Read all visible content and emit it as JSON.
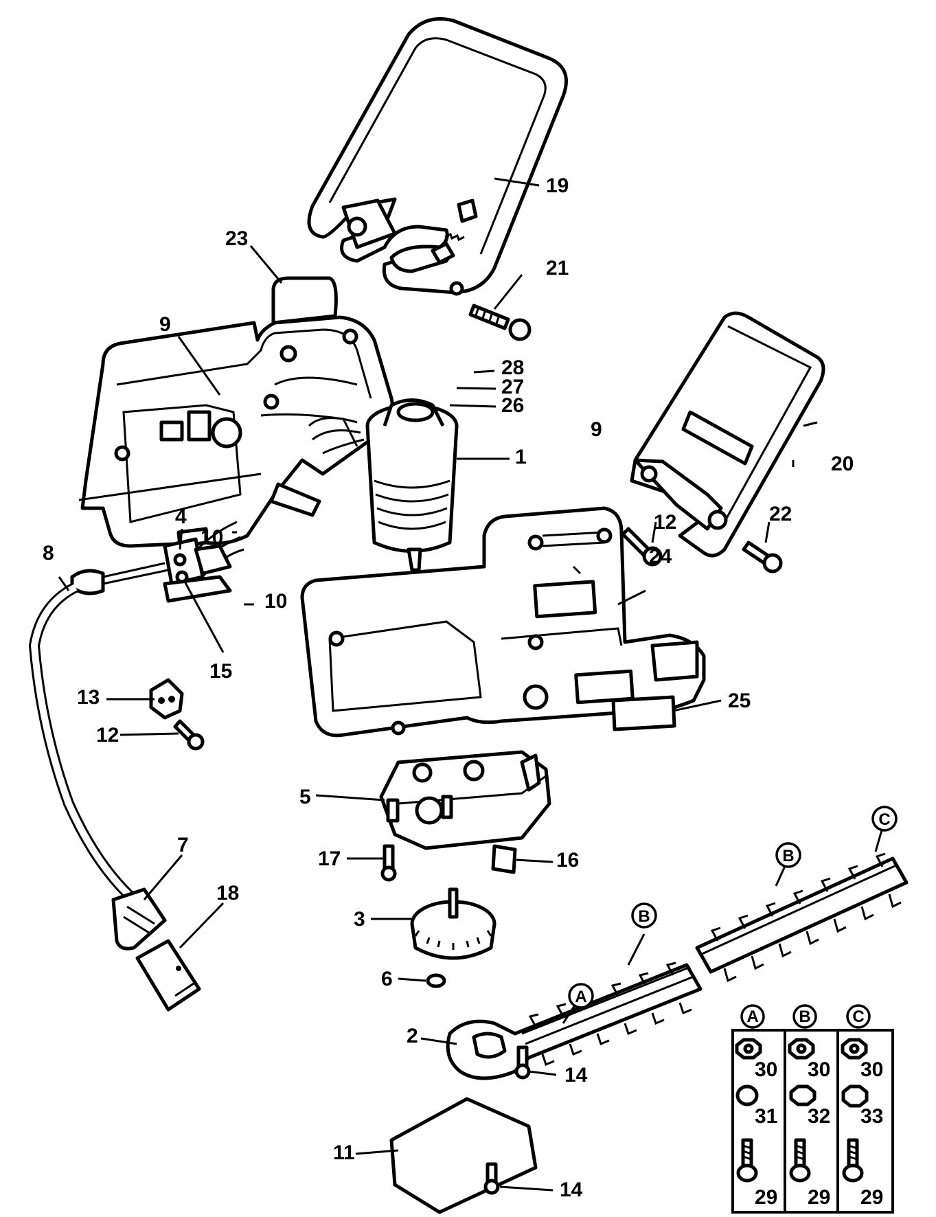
{
  "parts": [
    {
      "id": "p1",
      "label": "1"
    },
    {
      "id": "p2",
      "label": "2"
    },
    {
      "id": "p3",
      "label": "3"
    },
    {
      "id": "p4",
      "label": "4"
    },
    {
      "id": "p5",
      "label": "5"
    },
    {
      "id": "p6",
      "label": "6"
    },
    {
      "id": "p7",
      "label": "7"
    },
    {
      "id": "p8",
      "label": "8"
    },
    {
      "id": "p9a",
      "label": "9"
    },
    {
      "id": "p9b",
      "label": "9"
    },
    {
      "id": "p10a",
      "label": "10"
    },
    {
      "id": "p10b",
      "label": "10"
    },
    {
      "id": "p11",
      "label": "11"
    },
    {
      "id": "p12a",
      "label": "12"
    },
    {
      "id": "p12b",
      "label": "12"
    },
    {
      "id": "p13",
      "label": "13"
    },
    {
      "id": "p14a",
      "label": "14"
    },
    {
      "id": "p14b",
      "label": "14"
    },
    {
      "id": "p15",
      "label": "15"
    },
    {
      "id": "p16",
      "label": "16"
    },
    {
      "id": "p17",
      "label": "17"
    },
    {
      "id": "p18",
      "label": "18"
    },
    {
      "id": "p19",
      "label": "19"
    },
    {
      "id": "p20",
      "label": "20"
    },
    {
      "id": "p21",
      "label": "21"
    },
    {
      "id": "p22",
      "label": "22"
    },
    {
      "id": "p23",
      "label": "23"
    },
    {
      "id": "p24",
      "label": "24"
    },
    {
      "id": "p25",
      "label": "25"
    },
    {
      "id": "p26",
      "label": "26"
    },
    {
      "id": "p27",
      "label": "27"
    },
    {
      "id": "p28",
      "label": "28"
    }
  ],
  "blade_callouts": {
    "a": "A",
    "b1": "B",
    "b2": "B",
    "c": "C"
  },
  "hardware_table": {
    "columns": [
      {
        "header": "A",
        "nut": "30",
        "washer": "31",
        "screw": "29"
      },
      {
        "header": "B",
        "nut": "30",
        "washer": "32",
        "screw": "29"
      },
      {
        "header": "C",
        "nut": "30",
        "washer": "33",
        "screw": "29"
      }
    ]
  }
}
